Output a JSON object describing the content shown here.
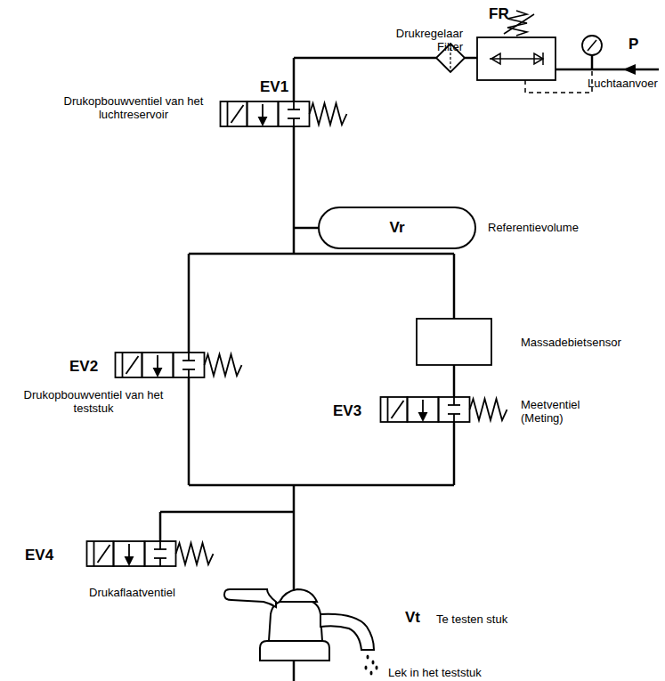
{
  "diagram": {
    "nodes": [
      {
        "text": [
          "Vr"
        ]
      }
    ],
    "labels": [
      "FR",
      "Drukregelaar Filter",
      "P",
      "Luchtaanvoer",
      "EV1",
      "Drukopbouwventiel van het luchtreservoir",
      "Referentievolume",
      "Massadebietsensor",
      "EV2",
      "Drukopbouwventiel van het teststuk",
      "EV3",
      "Meetventiel (Meting)",
      "EV4",
      "Drukaflaatventiel",
      "Vt",
      "Te testen stuk",
      "Lek in het teststuk"
    ]
  }
}
